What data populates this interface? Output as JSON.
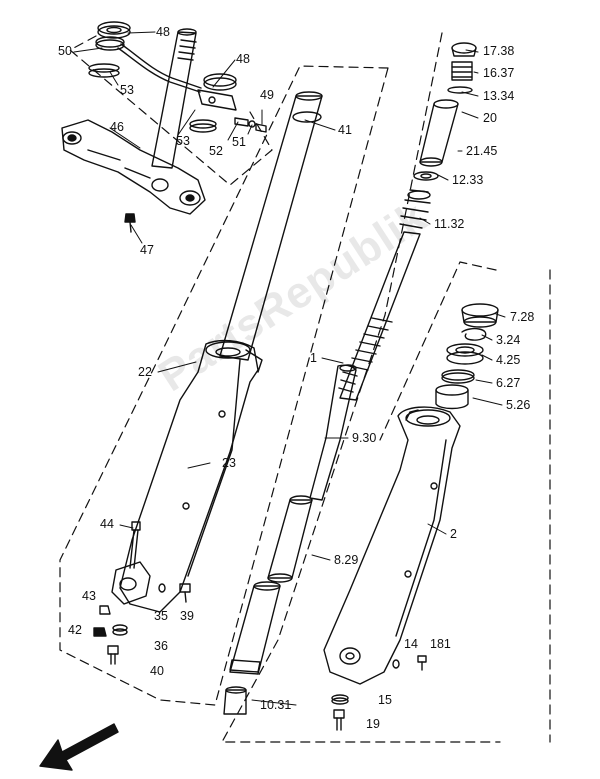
{
  "watermark": "PartsRepublik",
  "labels": {
    "p48a": "48",
    "p50": "50",
    "p53a": "53",
    "p48b": "48",
    "p46": "46",
    "p53b": "53",
    "p52": "52",
    "p51": "51",
    "p49": "49",
    "p47": "47",
    "p41": "41",
    "p22": "22",
    "p23": "23",
    "p44": "44",
    "p43": "43",
    "p42": "42",
    "p35": "35",
    "p39": "39",
    "p36": "36",
    "p40": "40",
    "p17_38": "17.38",
    "p16_37": "16.37",
    "p13_34": "13.34",
    "p20": "20",
    "p21_45": "21.45",
    "p12_33": "12.33",
    "p11_32": "11.32",
    "p1": "1",
    "p9_30": "9.30",
    "p8_29": "8.29",
    "p10_31": "10.31",
    "p7_28": "7.28",
    "p3_24": "3.24",
    "p4_25": "4.25",
    "p6_27": "6.27",
    "p5_26": "5.26",
    "p2": "2",
    "p14": "14",
    "p18": "181",
    "p15": "15",
    "p19": "19"
  },
  "colors": {
    "ink": "#111111",
    "background": "#ffffff"
  }
}
